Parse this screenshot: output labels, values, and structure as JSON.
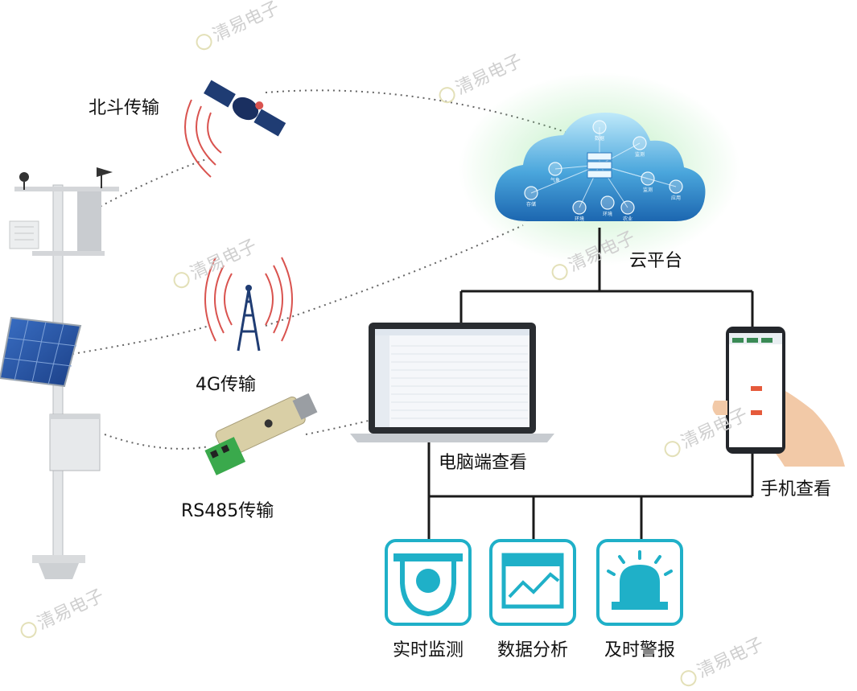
{
  "labels": {
    "beidou": "北斗传输",
    "g4": "4G传输",
    "rs485": "RS485传输",
    "cloud": "云平台",
    "pc": "电脑端查看",
    "phone": "手机查看",
    "monitor": "实时监测",
    "analysis": "数据分析",
    "alarm": "及时警报"
  },
  "watermark": "清易电子",
  "cloud_items": [
    "存储",
    "气象",
    "环境",
    "农业",
    "监测",
    "应用",
    "监测",
    "数据",
    "环境"
  ],
  "colors": {
    "accent": "#1fb0c8",
    "cloud_dark": "#1d6fb4",
    "cloud_light": "#a8e0f5",
    "line": "#222222",
    "signal": "#d9534f"
  }
}
